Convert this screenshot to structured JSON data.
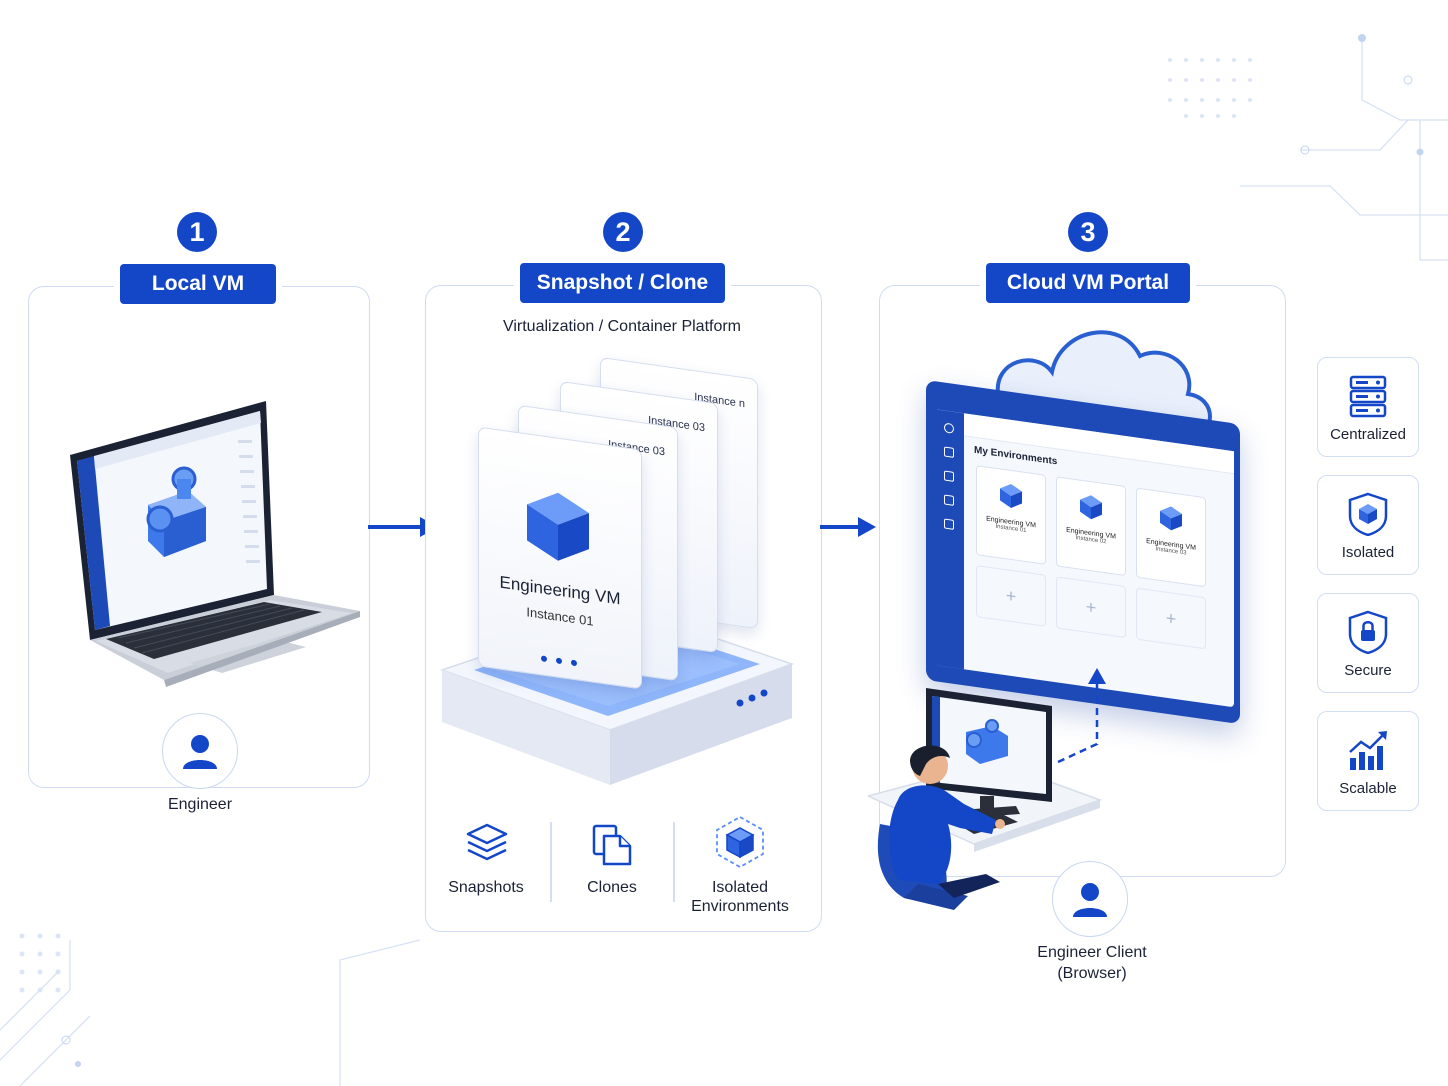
{
  "steps": [
    {
      "number": "1",
      "title": "Local VM"
    },
    {
      "number": "2",
      "title": "Snapshot / Clone"
    },
    {
      "number": "3",
      "title": "Cloud VM Portal"
    }
  ],
  "local": {
    "user_label": "Engineer"
  },
  "snapshot": {
    "subtitle": "Virtualization / Container Platform",
    "cards": [
      "Instance n",
      "Instance 03",
      "Instance 03"
    ],
    "front_title": "Engineering VM",
    "front_subtitle": "Instance 01",
    "features": [
      "Snapshots",
      "Clones",
      "Isolated Environments"
    ]
  },
  "portal": {
    "heading": "My Environments",
    "envs": [
      {
        "name": "Engineering VM",
        "instance": "Instance 01"
      },
      {
        "name": "Engineering VM",
        "instance": "Instance 02"
      },
      {
        "name": "Engineering VM",
        "instance": "Instance 03"
      }
    ],
    "add_symbol": "+",
    "client_label_line1": "Engineer Client",
    "client_label_line2": "(Browser)"
  },
  "features": [
    {
      "label": "Centralized",
      "icon": "server-icon"
    },
    {
      "label": "Isolated",
      "icon": "cube-shield-icon"
    },
    {
      "label": "Secure",
      "icon": "lock-shield-icon"
    },
    {
      "label": "Scalable",
      "icon": "growth-chart-icon"
    }
  ],
  "colors": {
    "accent": "#1447c8",
    "border": "#cfdcf3",
    "light": "#5c8ef5"
  }
}
